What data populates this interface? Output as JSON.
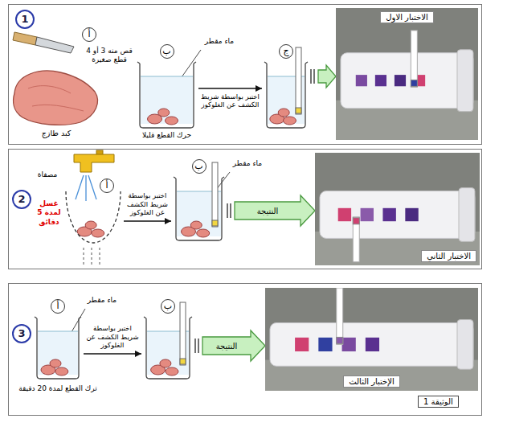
{
  "diagram": {
    "nodes": [
      {
        "text": [
          "1"
        ]
      },
      {
        "text": [
          "ب"
        ],
        "in": 0
      },
      {
        "text": [
          "ج"
        ],
        "in": 0
      },
      {
        "text": [
          "الاختبار الاول"
        ],
        "in": 0
      },
      {
        "text": [
          "2"
        ]
      },
      {
        "text": [
          "أ"
        ],
        "in": 4
      },
      {
        "text": [
          "ب"
        ],
        "in": 4
      },
      {
        "text": [
          "الاختبار الثاني"
        ],
        "in": 4
      },
      {
        "text": [
          "3"
        ]
      },
      {
        "text": [
          "أ"
        ],
        "in": 8
      },
      {
        "text": [
          "ب"
        ],
        "in": 8
      },
      {
        "text": [
          "الإختبار الثالث"
        ],
        "in": 8
      }
    ],
    "edges": [
      {
        "from": 1,
        "to": 2,
        "arrow": "to",
        "label": "اختبر بواسطة شريط الكشف عن الغلوكوز"
      },
      {
        "from": 2,
        "to": 3,
        "arrow": "to"
      },
      {
        "from": 5,
        "to": 6,
        "arrow": "to",
        "label": "اختبر بواسطة شريط الكشف عن الغلوكوز"
      },
      {
        "from": 6,
        "to": 7,
        "arrow": "to",
        "label": "النتيجة"
      },
      {
        "from": 9,
        "to": 10,
        "arrow": "to",
        "label": "اختبر بواسطة شريط الكشف عن الغلوكوز"
      },
      {
        "from": 10,
        "to": 11,
        "arrow": "to",
        "label": "النتيجة"
      }
    ],
    "labels": [
      "أ",
      "قص منه 3 أو 4 قطع صغيرة",
      "كبد طازج",
      "ماء مقطر",
      "حرك القطع قليلا",
      "مصفاة",
      "غسل لمدة 5 دقائق",
      "ماء مقطر",
      "ماء مقطر",
      "ترك القطع لمدة 20 دقيقة",
      "الوثيقة 1"
    ]
  }
}
